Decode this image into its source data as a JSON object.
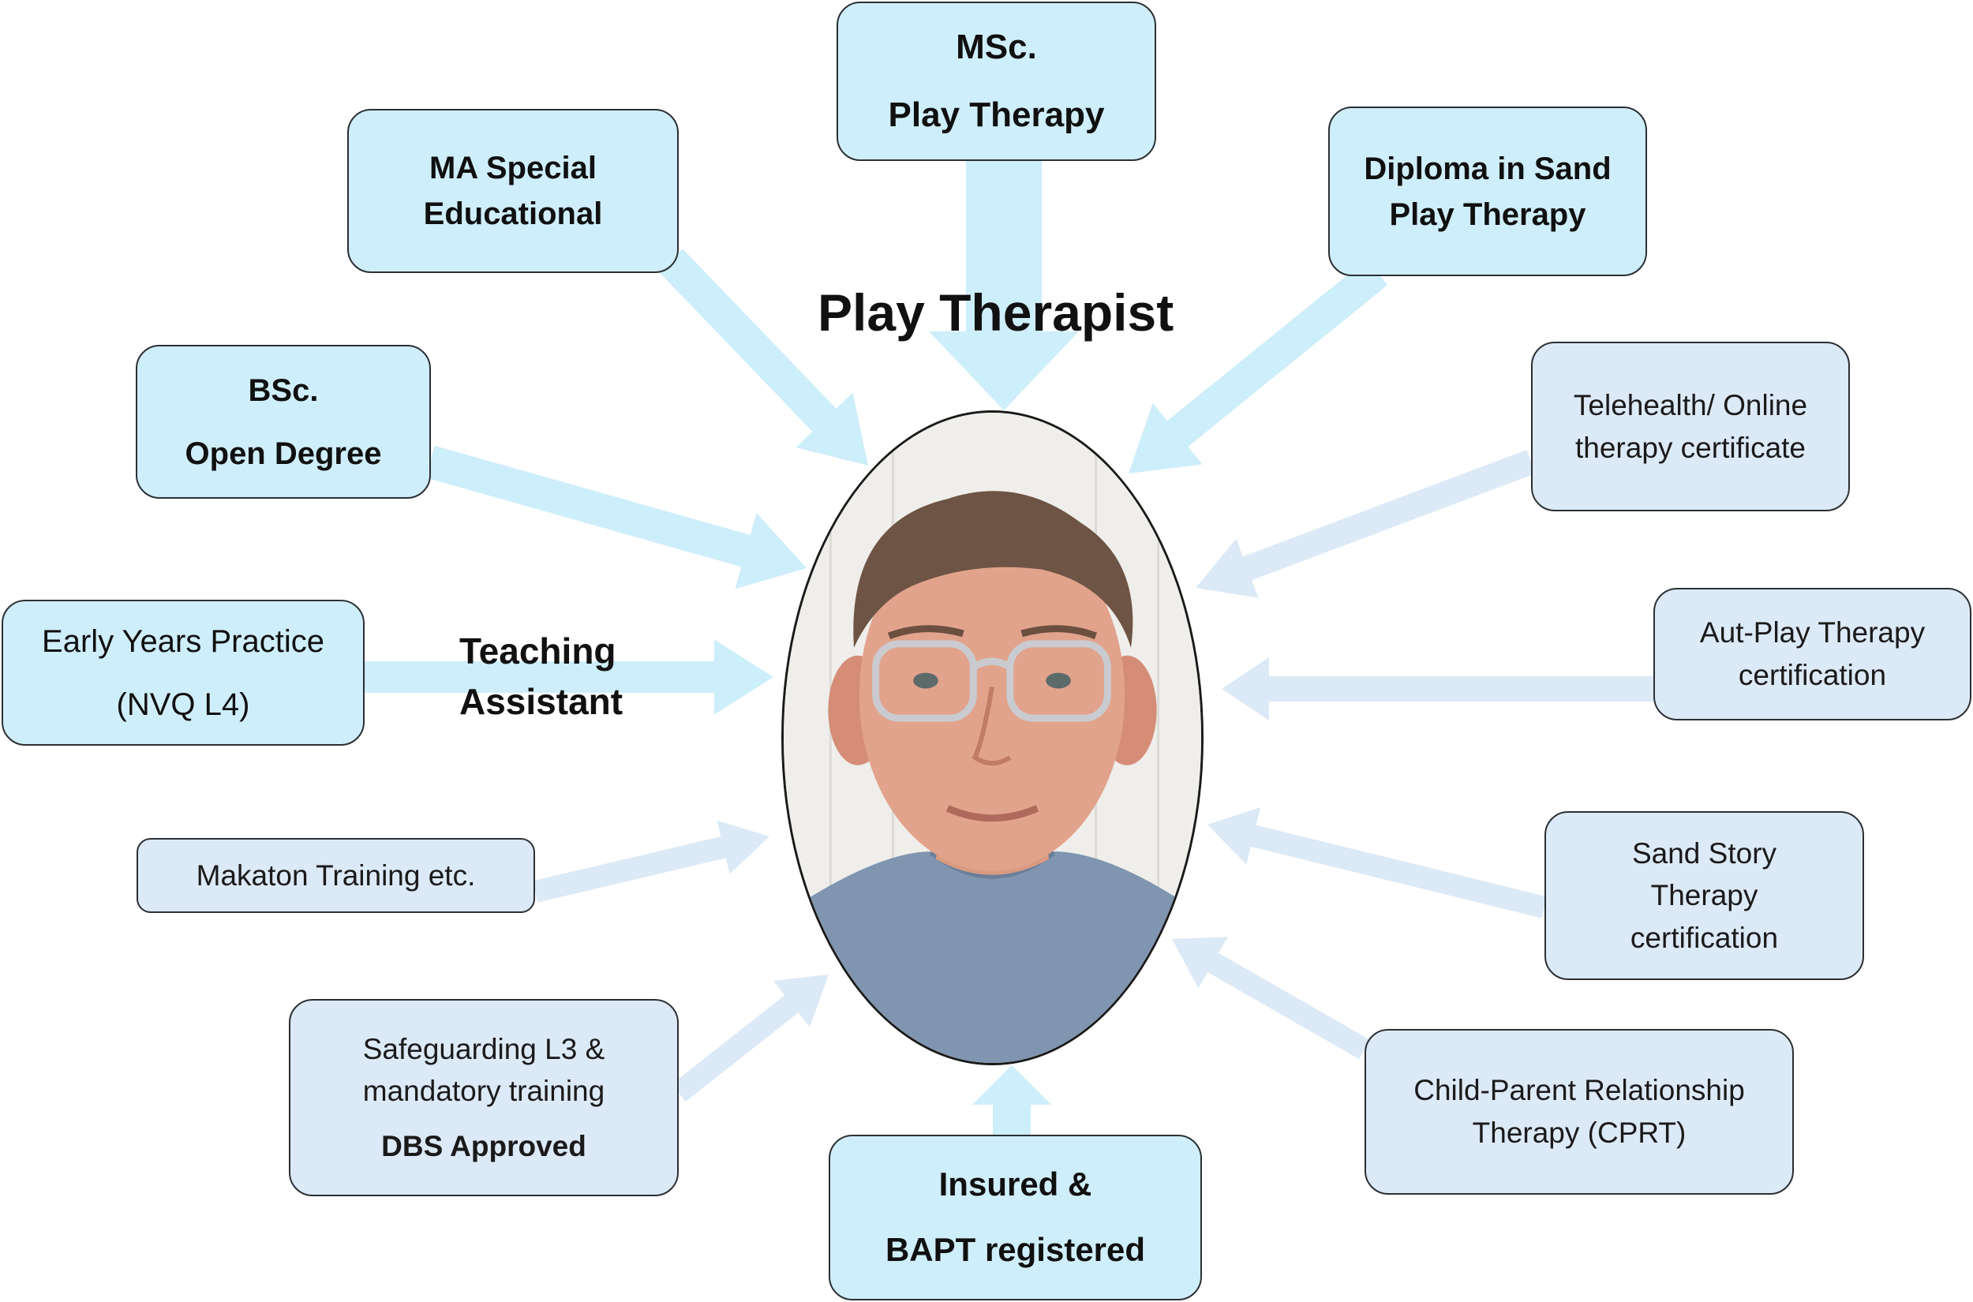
{
  "center": {
    "title": "Play Therapist",
    "photo_description": "portrait-photo"
  },
  "teaching_assistant": {
    "line1": "Teaching",
    "line2": "Assistant"
  },
  "boxes": {
    "msc": {
      "line1": "MSc.",
      "line2": "Play Therapy"
    },
    "ma": {
      "line1": "MA Special",
      "line2": "Educational"
    },
    "diploma": {
      "line1": "Diploma in Sand",
      "line2": "Play Therapy"
    },
    "bsc": {
      "line1": "BSc.",
      "line2": "Open Degree"
    },
    "early_years": {
      "line1": "Early Years Practice",
      "line2": "(NVQ L4)"
    },
    "makaton": {
      "line1": "Makaton Training etc."
    },
    "safeguarding": {
      "line1": "Safeguarding L3 &",
      "line2": "mandatory training",
      "line3": "DBS Approved"
    },
    "insured": {
      "line1": "Insured &",
      "line2": "BAPT registered"
    },
    "telehealth": {
      "line1": "Telehealth/ Online",
      "line2": "therapy certificate"
    },
    "autplay": {
      "line1": "Aut-Play Therapy",
      "line2": "certification"
    },
    "sandstory": {
      "line1": "Sand Story",
      "line2": "Therapy",
      "line3": "certification"
    },
    "cprt": {
      "line1": "Child-Parent Relationship",
      "line2": "Therapy (CPRT)"
    }
  },
  "colors": {
    "strong_fill": "#cfeefb",
    "soft_fill": "#dce9f6",
    "strong_arrow": "#cdeefb",
    "soft_arrow": "#dce9f6",
    "border": "#2b2f33"
  }
}
